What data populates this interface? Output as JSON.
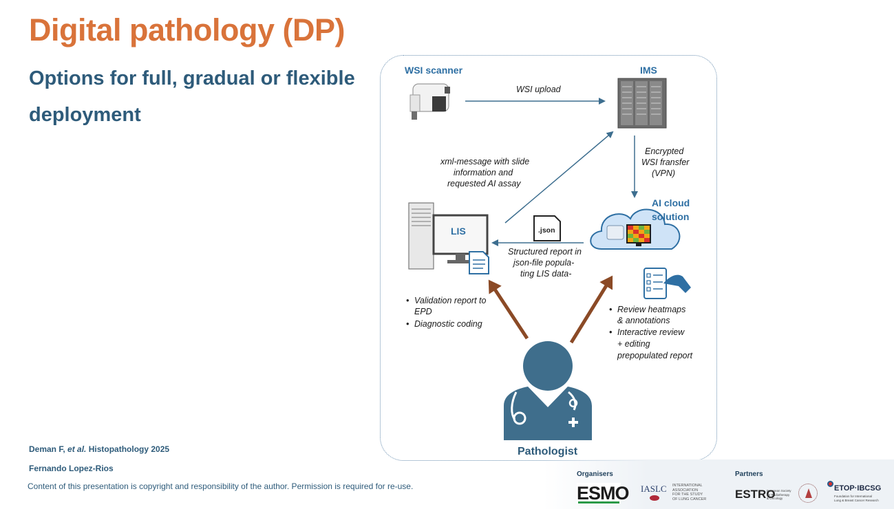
{
  "slide": {
    "title": "Digital pathology (DP)",
    "subtitle": "Options for full, gradual or flexible deployment",
    "citation": {
      "authors": "Deman F, ",
      "etal": "et al.",
      "journal": " Histopathology 2025"
    },
    "author": "Fernando Lopez-Rios",
    "copyright": "Content of this presentation is copyright and responsibility of the author. Permission is required for re-use."
  },
  "diagram": {
    "nodes": {
      "wsi_scanner": "WSI scanner",
      "ims": "IMS",
      "lis": "LIS",
      "ai_cloud_line1": "AI cloud",
      "ai_cloud_line2": "solution",
      "json_doc": ".json",
      "pathologist": "Pathologist"
    },
    "edges": {
      "wsi_upload": "WSI upload",
      "xml_message": [
        "xml-message with  slide",
        "information and",
        "requested AI assay"
      ],
      "encrypted_transfer": [
        "Encrypted",
        "WSI fransfer",
        "(VPN)"
      ],
      "structured_report": [
        "Structured report in",
        "json-file popula-",
        "ting LIS data-"
      ]
    },
    "lis_bullets": [
      [
        "Validation report to",
        "EPD"
      ],
      [
        "Diagnostic coding"
      ]
    ],
    "ai_bullets": [
      [
        "Review heatmaps",
        "& annotations"
      ],
      [
        "Interactive review",
        "+ editing",
        "prepopulated report"
      ]
    ],
    "colors": {
      "blue_arrow": "#3d6e8f",
      "brown_arrow": "#8b4a26",
      "label_blue": "#2e6fa3",
      "person": "#3f6e8c",
      "cloud": "#cfe3f7"
    }
  },
  "footer": {
    "organisers_label": "Organisers",
    "partners_label": "Partners",
    "esmo": "ESMO",
    "iaslc": "IASLC",
    "iaslc_sub": [
      "INTERNATIONAL",
      "ASSOCIATION",
      "FOR THE STUDY",
      "OF LUNG CANCER"
    ],
    "estro": "ESTRO",
    "estro_sub": [
      "European Society",
      "for Radiotherapy",
      "& Oncology"
    ],
    "etop": "ETOP·IBCSG",
    "etop_sub": [
      "Foundation for International",
      "Lung & Breast Cancer Research"
    ]
  }
}
